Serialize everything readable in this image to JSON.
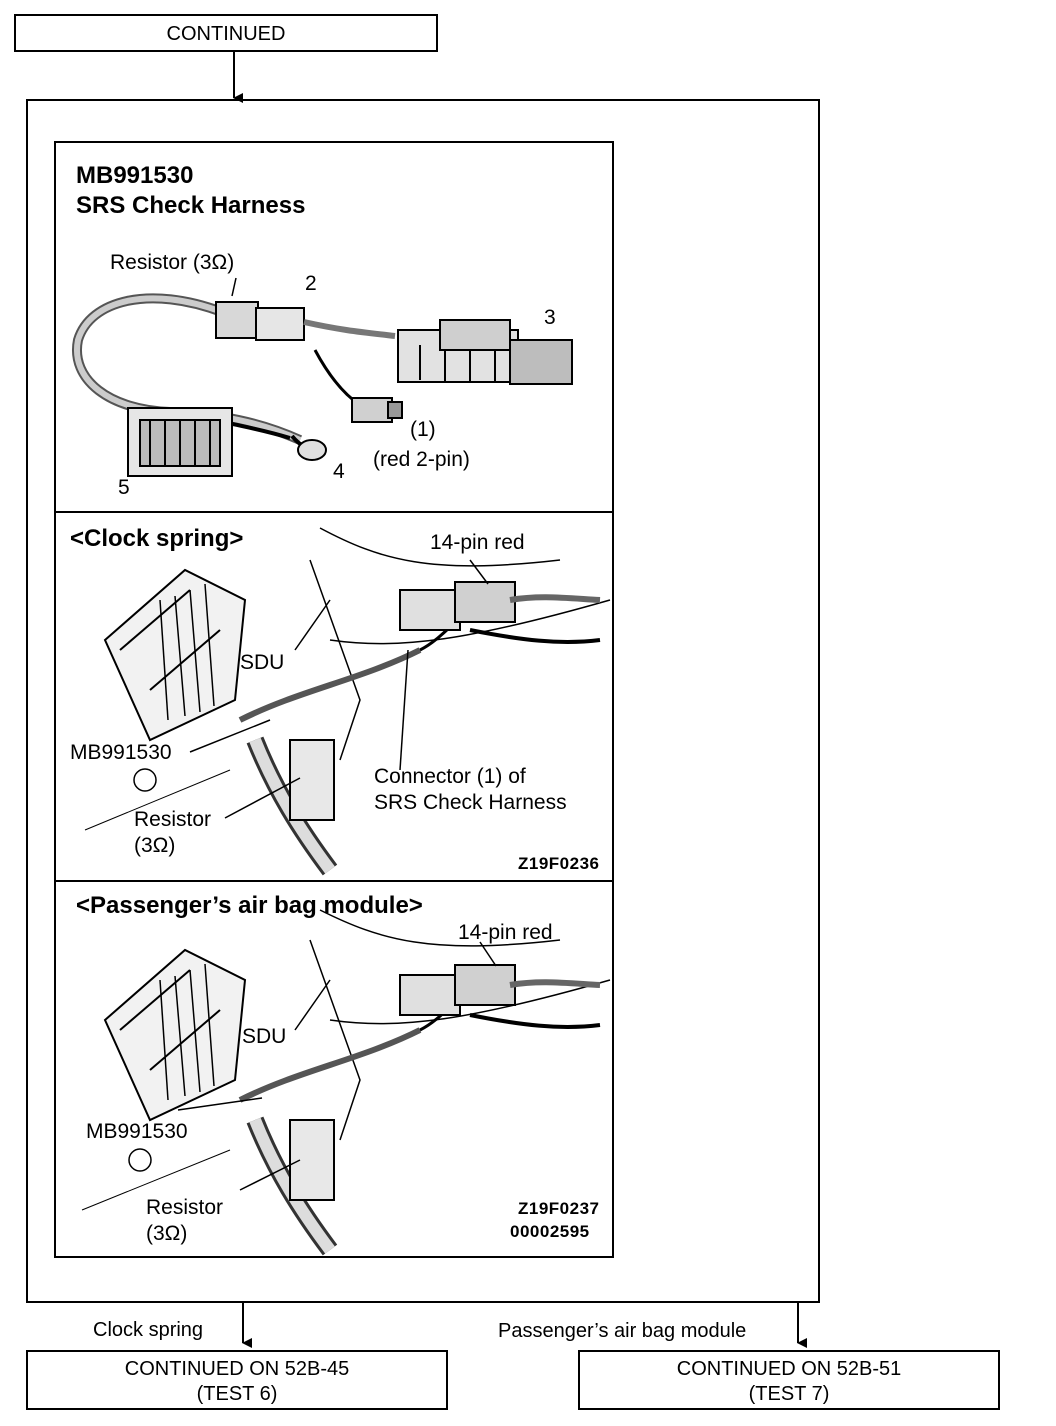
{
  "top": {
    "continued": "CONTINUED"
  },
  "harness_panel": {
    "part_number": "MB991530",
    "name": "SRS Check Harness",
    "resistor_label": "Resistor (3Ω)",
    "callout_2": "2",
    "callout_3": "3",
    "callout_4": "4",
    "callout_5": "5",
    "connector_1": "(1)",
    "connector_1_desc": "(red 2-pin)"
  },
  "clock_panel": {
    "title": "<Clock spring>",
    "pin_label": "14-pin red",
    "sdu": "SDU",
    "tool": "MB991530",
    "resistor": "Resistor",
    "resistor_value": "(3Ω)",
    "connector_line1": "Connector (1) of",
    "connector_line2": "SRS Check Harness",
    "figure_code": "Z19F0236"
  },
  "passenger_panel": {
    "title": "<Passenger’s air bag module>",
    "pin_label": "14-pin red",
    "sdu": "SDU",
    "tool": "MB991530",
    "resistor": "Resistor",
    "resistor_value": "(3Ω)",
    "figure_code": "Z19F0237",
    "doc_code": "00002595"
  },
  "branches": {
    "left_label": "Clock spring",
    "left_box_line1": "CONTINUED ON 52B-45",
    "left_box_line2": "(TEST 6)",
    "right_label": "Passenger’s air bag module",
    "right_box_line1": "CONTINUED ON 52B-51",
    "right_box_line2": "(TEST 7)"
  }
}
